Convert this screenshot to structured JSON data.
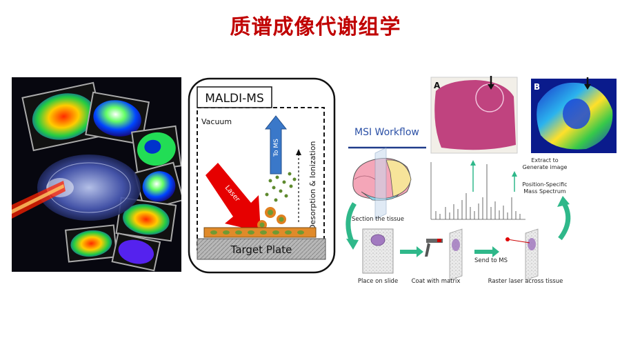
{
  "page": {
    "title": "质谱成像代谢组学"
  },
  "maldi": {
    "title": "MALDI-MS",
    "vacuum": "Vacuum",
    "to_ms": "To MS",
    "laser": "Laser",
    "desorption": "Desorption & Ionization",
    "target_plate": "Target Plate"
  },
  "workflow": {
    "title": "MSI Workflow",
    "label_a": "A",
    "label_b": "B",
    "extract": [
      "Extract to",
      "Generate image"
    ],
    "position_specific": [
      "Position-Specific",
      "Mass Spectrum"
    ],
    "section": "Section the tissue",
    "place": "Place on slide",
    "coat": "Coat with matrix",
    "send": "Send to MS",
    "raster": "Raster laser across tissue"
  },
  "colors": {
    "title": "#c00000",
    "arrow_green": "#2fb88a",
    "laser_red": "#e60000",
    "to_ms_blue": "#3a78c9"
  }
}
